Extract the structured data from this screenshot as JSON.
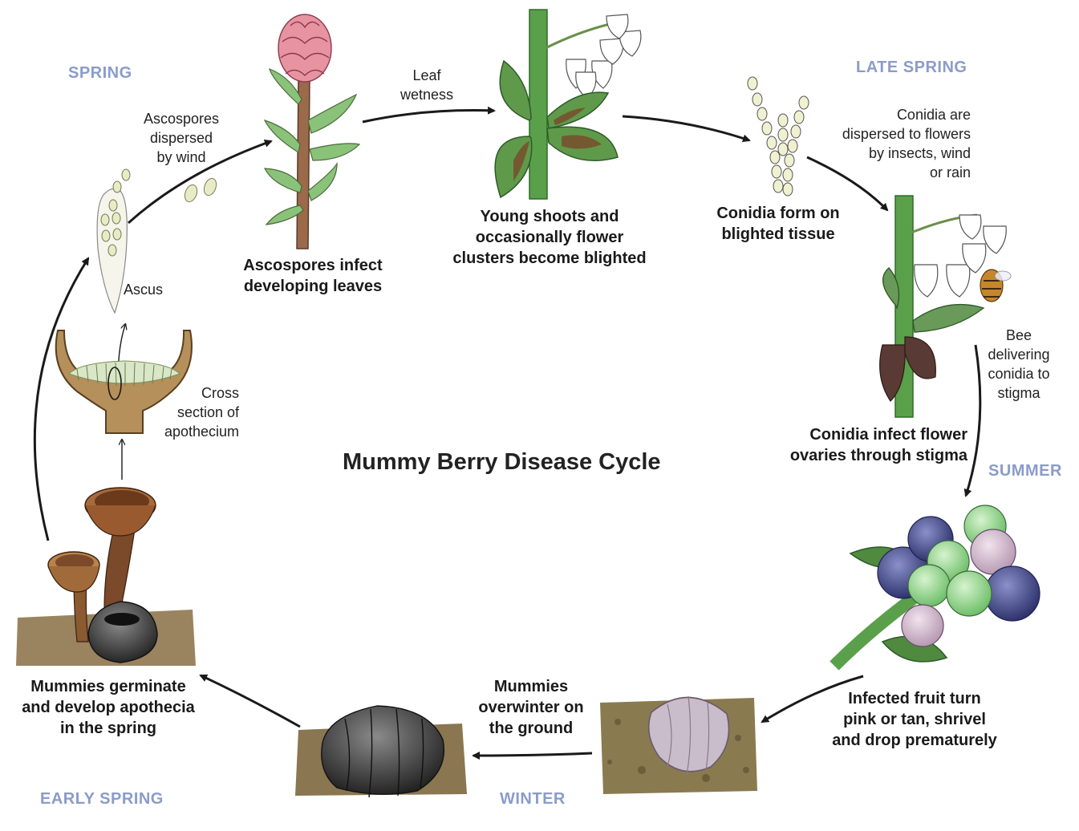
{
  "title": "Mummy Berry Disease Cycle",
  "seasons": {
    "spring": "SPRING",
    "late_spring": "LATE SPRING",
    "summer": "SUMMER",
    "winter": "WINTER",
    "early_spring": "EARLY SPRING"
  },
  "stages": {
    "ascospores_infect": [
      "Ascospores infect",
      "developing leaves"
    ],
    "shoots_blighted": [
      "Young shoots and",
      "occasionally flower",
      "clusters become blighted"
    ],
    "conidia_form": [
      "Conidia form on",
      "blighted tissue"
    ],
    "conidia_infect": [
      "Conidia infect flower",
      "ovaries through stigma"
    ],
    "fruit_drop": [
      "Infected fruit turn",
      "pink or tan, shrivel",
      "and drop prematurely"
    ],
    "overwinter": [
      "Mummies",
      "overwinter on",
      "the ground"
    ],
    "germinate": [
      "Mummies germinate",
      "and develop apothecia",
      "in the spring"
    ]
  },
  "notes": {
    "leaf_wetness": [
      "Leaf",
      "wetness"
    ],
    "ascospores_dispersed": [
      "Ascospores",
      "dispersed",
      "by wind"
    ],
    "conidia_dispersed": [
      "Conidia are",
      "dispersed to flowers",
      "by insects, wind",
      "or rain"
    ],
    "bee": [
      "Bee",
      "delivering",
      "conidia to",
      "stigma"
    ],
    "ascus": "Ascus",
    "cross_section": [
      "Cross",
      "section of",
      "apothecium"
    ]
  },
  "colors": {
    "season_label": "#8a9cc9",
    "leaf_green": "#5f9a4a",
    "blight_brown": "#7a4a2a",
    "stem_green": "#5aa04a",
    "berry_blue": "#4a4f8f",
    "berry_green": "#8fd18a",
    "mummy_pink": "#c7b7c7",
    "mummy_black": "#3a3a3a",
    "apothecium_brown": "#9a6a3a",
    "arrow": "#1a1a1a"
  }
}
